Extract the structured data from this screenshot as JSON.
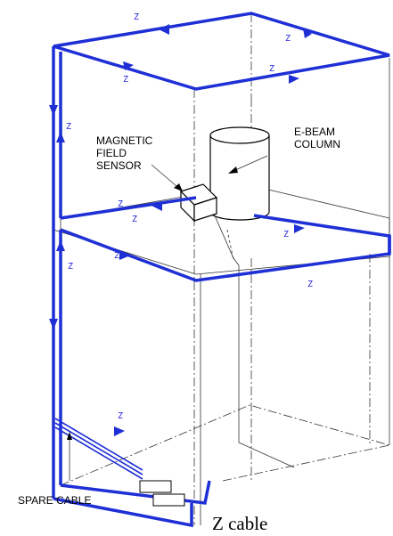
{
  "labels": {
    "sensor_line1": "MAGNETIC",
    "sensor_line2": "FIELD",
    "sensor_line3": "SENSOR",
    "column_line1": "E-BEAM",
    "column_line2": "COLUMN",
    "spare_cable": "SPARE CABLE",
    "caption": "Z cable",
    "z_marker": "Z"
  },
  "colors": {
    "cable": "#1f2fd6",
    "z_marker": "#2a2ad8"
  }
}
